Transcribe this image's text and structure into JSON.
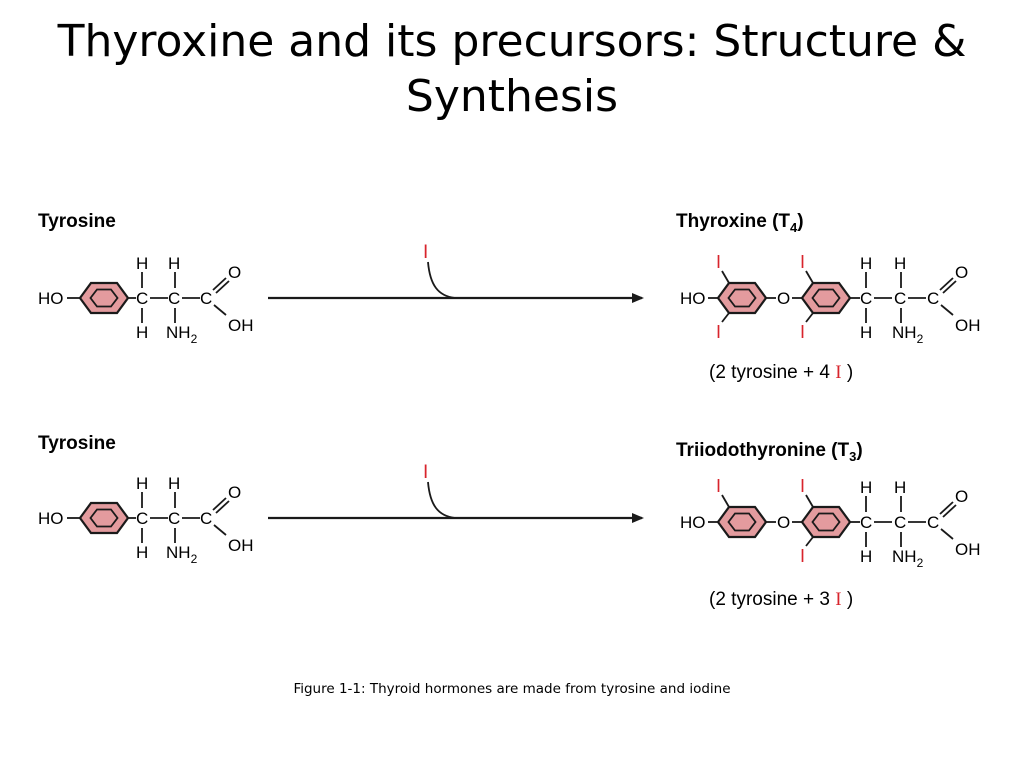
{
  "slide": {
    "title_line1": "Thyroxine and its precursors: Structure &",
    "title_line2": "Synthesis",
    "caption": "Figure 1-1: Thyroid hormones are made from tyrosine and iodine"
  },
  "colors": {
    "iodine": "#d8242c",
    "ring_fill": "#e39b9e",
    "ink": "#1a1a1a"
  },
  "reactions": [
    {
      "reactant": "Tyrosine",
      "reagent": "I",
      "product_name": "Thyroxine (T",
      "product_subscript": "4",
      "product_name_end": ")",
      "recipe_prefix": "(2 tyrosine + 4",
      "recipe_iodine": "I",
      "recipe_suffix": ")"
    },
    {
      "reactant": "Tyrosine",
      "reagent": "I",
      "product_name": "Triiodothyronine (T",
      "product_subscript": "3",
      "product_name_end": ")",
      "recipe_prefix": "(2 tyrosine + 3",
      "recipe_iodine": "I",
      "recipe_suffix": ")"
    }
  ],
  "atoms": {
    "ho": "HO",
    "h": "H",
    "c": "C",
    "o": "O",
    "oh": "OH",
    "nh": "NH",
    "nh_sub": "2",
    "iodine": "I"
  }
}
